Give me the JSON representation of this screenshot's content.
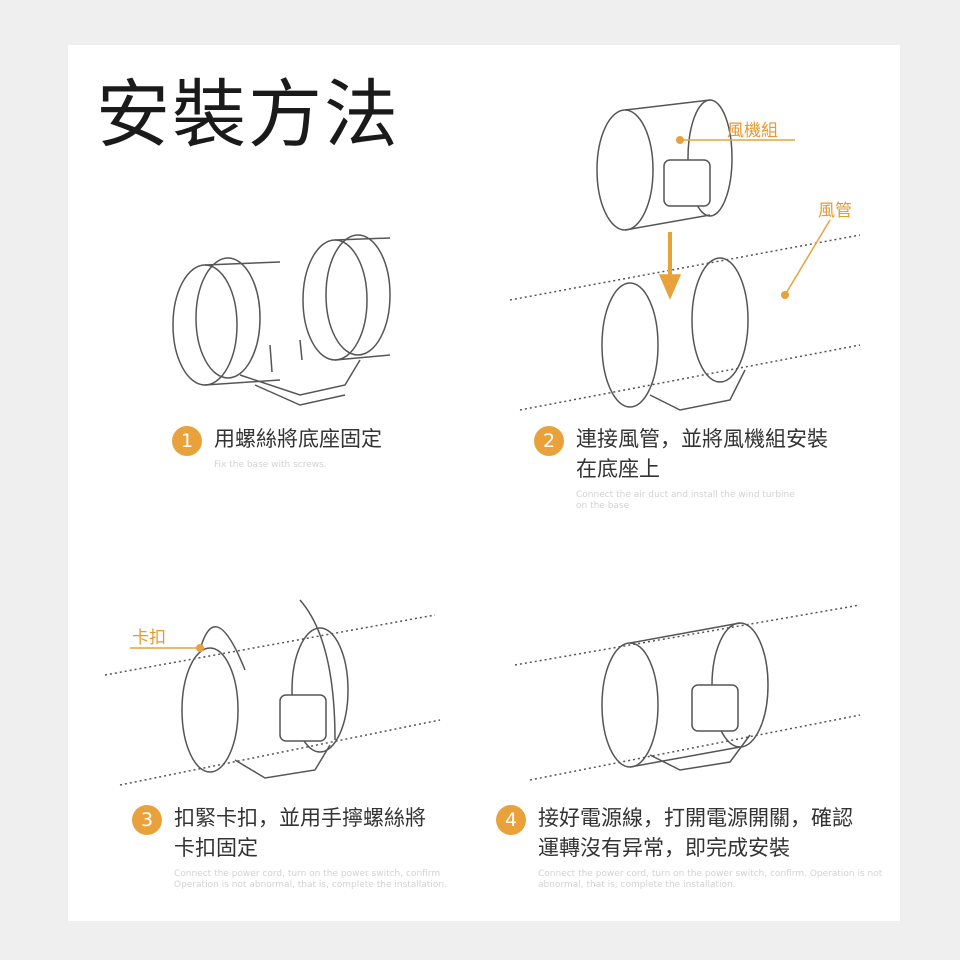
{
  "title": "安裝方法",
  "colors": {
    "accent": "#e9a23b",
    "line": "#555555"
  },
  "labels": {
    "fan_unit": "風機組",
    "duct": "風管",
    "clamp": "卡扣"
  },
  "steps": [
    {
      "num": "1",
      "cn": "用螺絲將底座固定",
      "en": "Fix the base with screws."
    },
    {
      "num": "2",
      "cn": "連接風管，並將風機組安裝在底座上",
      "en": "Connect the air duct and install the wind turbine on the base"
    },
    {
      "num": "3",
      "cn": "扣緊卡扣，並用手擰螺絲將卡扣固定",
      "en": "Connect the power cord, turn on the power switch, confirm Operation is not abnormal, that is, complete the installation."
    },
    {
      "num": "4",
      "cn": "接好電源線，打開電源開關，確認運轉沒有异常，即完成安裝",
      "en": "Connect the power cord, turn on the power switch, confirm. Operation is not abnormal, that is, complete the installation."
    }
  ]
}
